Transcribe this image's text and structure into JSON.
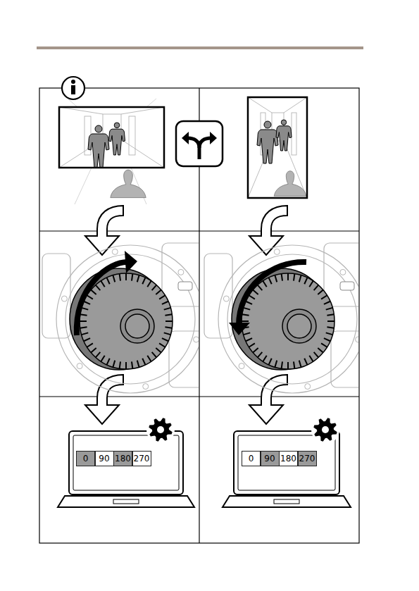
{
  "diagram": {
    "labels": [
      "0",
      "90",
      "180",
      "270",
      "0",
      "90",
      "180",
      "270"
    ]
  }
}
